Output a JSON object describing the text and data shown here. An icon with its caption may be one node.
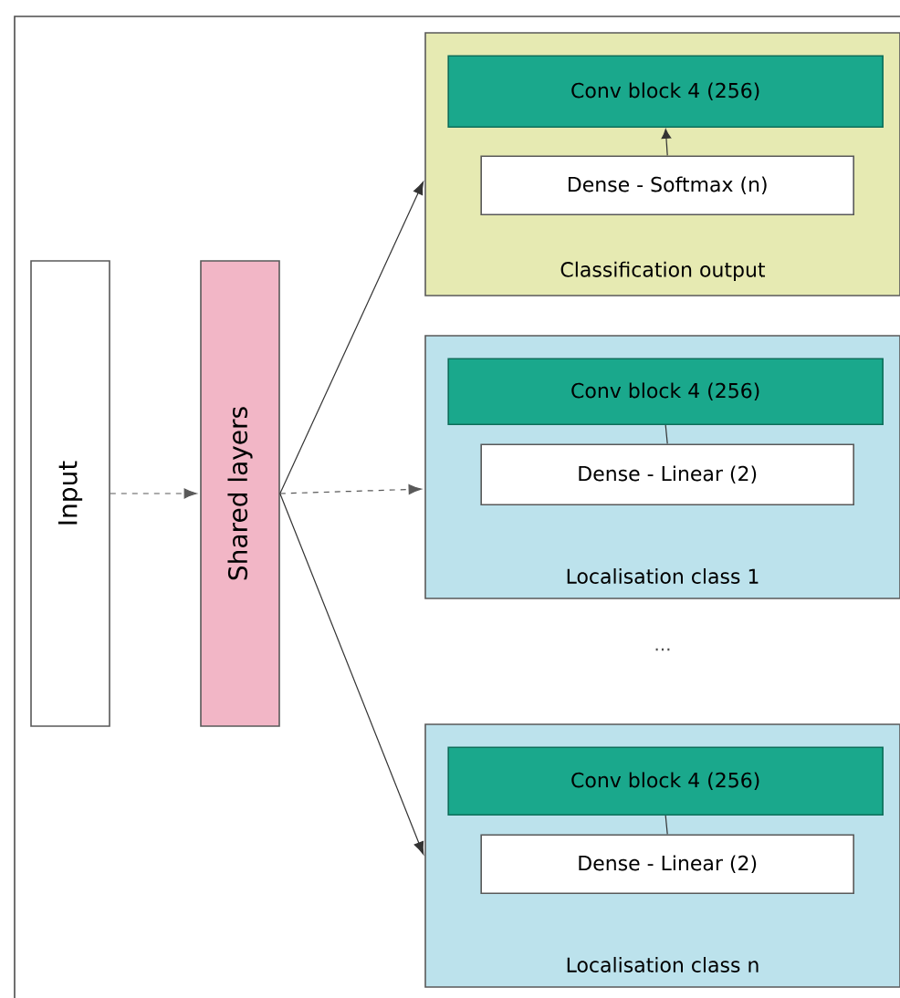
{
  "diagram": {
    "nodes": [
      {
        "text": [
          "Input"
        ]
      },
      {
        "text": [
          "Shared layers"
        ]
      },
      {
        "text": [
          "Classification output"
        ]
      },
      {
        "text": [
          "Conv block 4 (256)"
        ],
        "in": 2
      },
      {
        "text": [
          "Dense - Softmax (n)"
        ],
        "in": 2
      },
      {
        "text": [
          "Localisation class 1"
        ]
      },
      {
        "text": [
          "Conv block 4 (256)"
        ],
        "in": 5
      },
      {
        "text": [
          "Dense - Linear (2)"
        ],
        "in": 5
      },
      {
        "text": [
          "Localisation class n"
        ]
      },
      {
        "text": [
          "Conv block 4 (256)"
        ],
        "in": 8
      },
      {
        "text": [
          "Dense - Linear (2)"
        ],
        "in": 8
      }
    ],
    "edges": [
      {
        "from": 0,
        "to": 1,
        "arrow": "to",
        "style": "dashed"
      },
      {
        "from": 1,
        "to": 2,
        "arrow": "to"
      },
      {
        "from": 1,
        "to": 5,
        "arrow": "to",
        "style": "dashed"
      },
      {
        "from": 1,
        "to": 8,
        "arrow": "to"
      },
      {
        "from": 4,
        "to": 3,
        "arrow": "to"
      },
      {
        "from": 7,
        "to": 6,
        "arrow": "none"
      },
      {
        "from": 10,
        "to": 9,
        "arrow": "none"
      }
    ],
    "labels": [
      "..."
    ]
  }
}
